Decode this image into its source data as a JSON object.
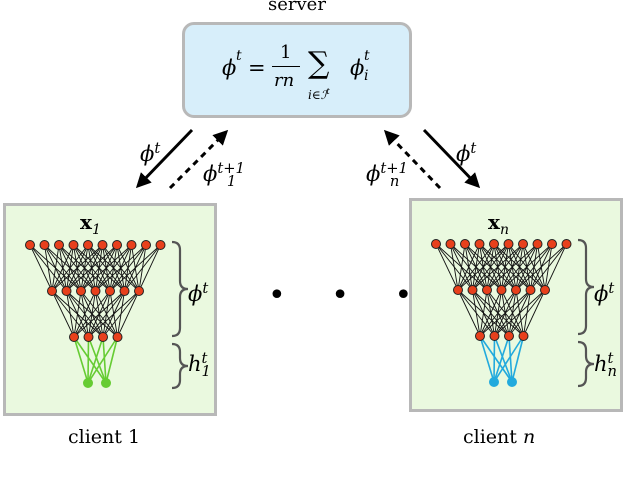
{
  "server": {
    "title": "server",
    "formula": {
      "lhs": "ϕ",
      "lhs_sup": "t",
      "equals": "=",
      "frac_num": "1",
      "frac_den": "rn",
      "sum": "∑",
      "sum_sub": "i∈ℐ",
      "sum_sub_sup": "t",
      "rhs": "ϕ",
      "rhs_sup": "t",
      "rhs_sub": "i"
    }
  },
  "arrows": {
    "left_down": {
      "sym": "ϕ",
      "sup": "t"
    },
    "left_up": {
      "sym": "ϕ",
      "sub": "1",
      "sup": "t+1"
    },
    "right_up": {
      "sym": "ϕ",
      "sub": "n",
      "sup": "t+1"
    },
    "right_down": {
      "sym": "ϕ",
      "sup": "t"
    }
  },
  "clients": [
    {
      "input_sym": "x",
      "input_sub": "1",
      "shared_sym": "ϕ",
      "shared_sup": "t",
      "head_sym": "h",
      "head_sub": "1",
      "head_sup": "t",
      "caption_word": "client",
      "caption_index": "1",
      "head_color": "#66cc33"
    },
    {
      "input_sym": "x",
      "input_sub": "n",
      "shared_sym": "ϕ",
      "shared_sup": "t",
      "head_sym": "h",
      "head_sub": "n",
      "head_sup": "t",
      "caption_word": "client",
      "caption_index": "n",
      "head_color": "#22aadd"
    }
  ],
  "ellipsis": "• • •",
  "colors": {
    "node_fill": "#e8401c",
    "server_bg": "#d7eefa",
    "client_bg": "#eaf9df",
    "border": "#b8b8b8"
  }
}
